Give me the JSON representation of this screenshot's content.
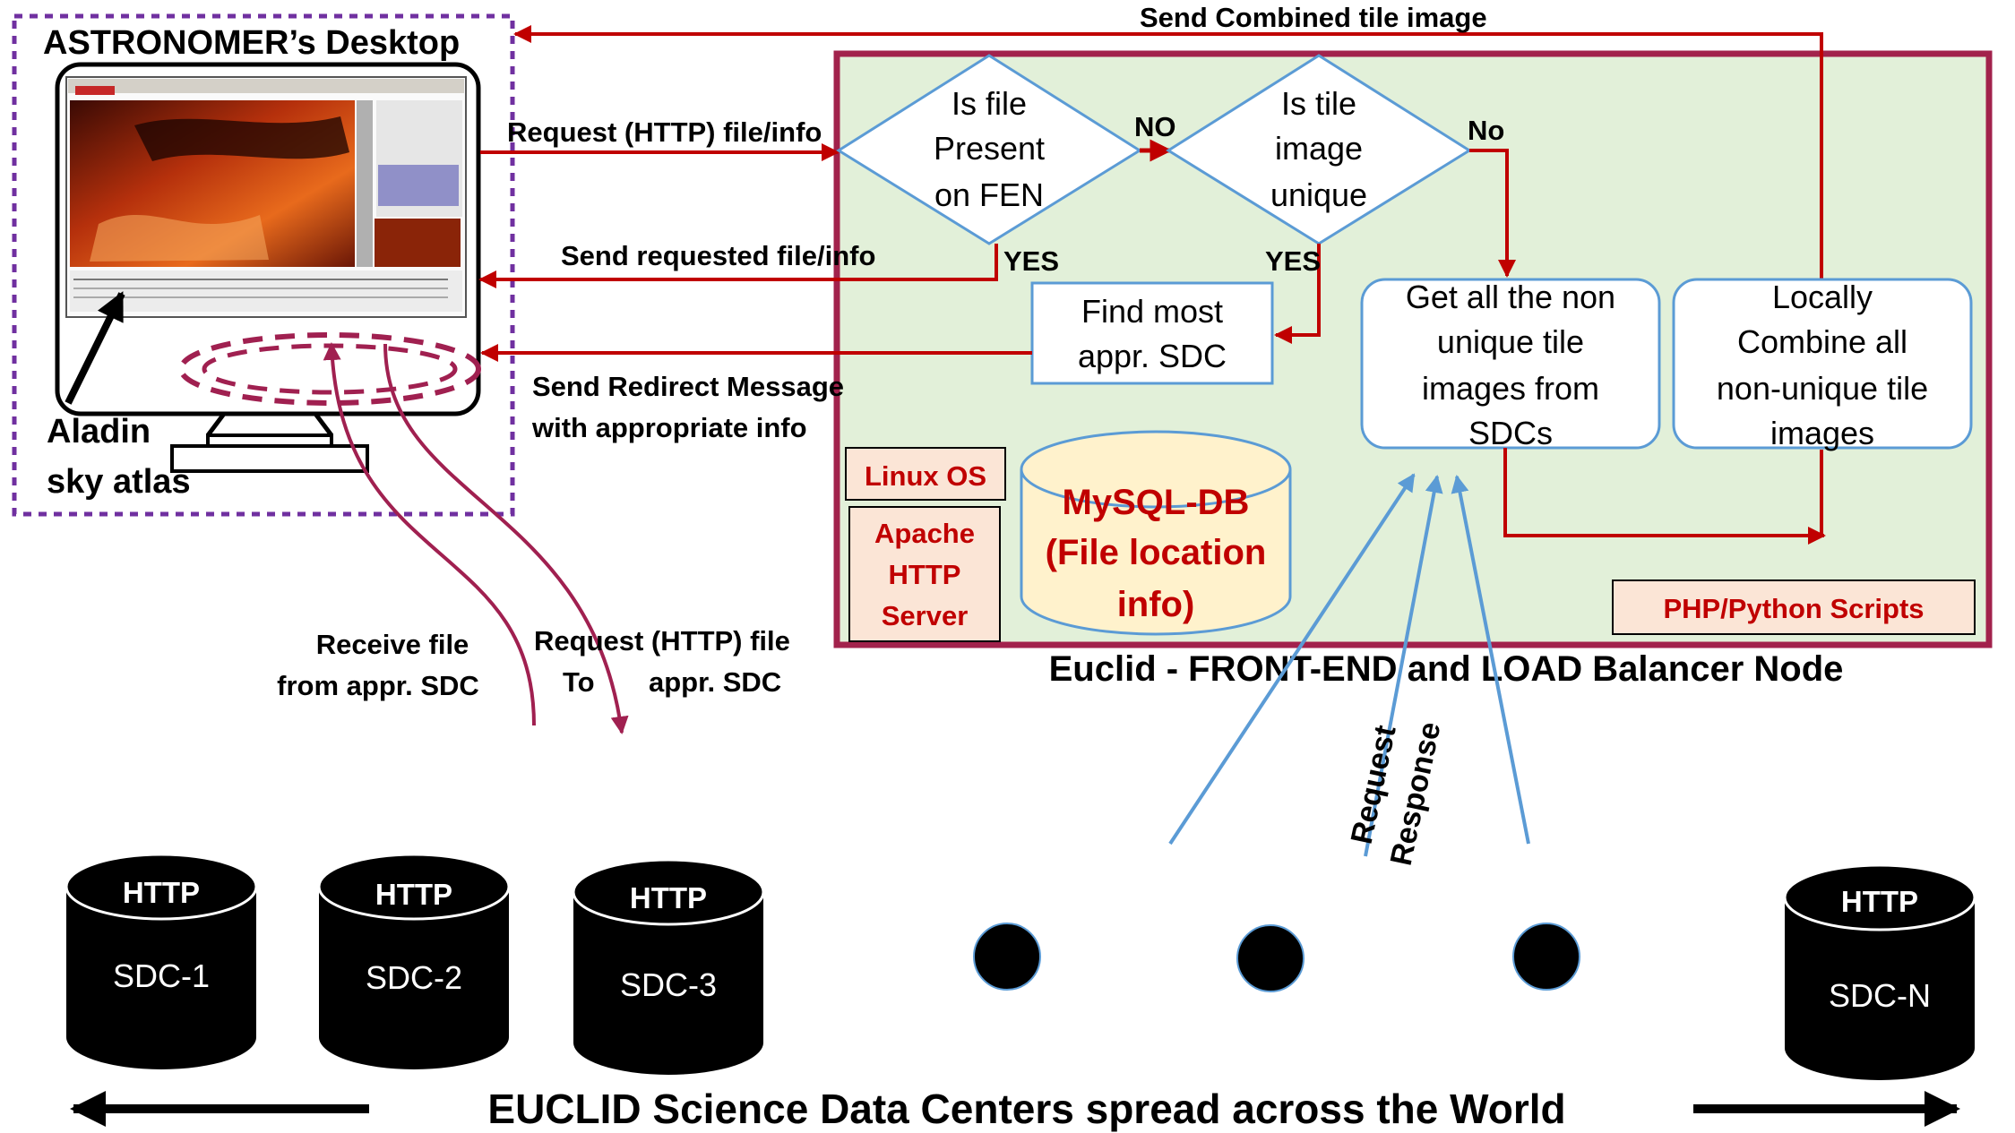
{
  "desktop": {
    "title": "ASTRONOMER’s Desktop",
    "app_label_line1": "Aladin",
    "app_label_line2": "sky atlas"
  },
  "messages": {
    "send_combined": "Send Combined tile image",
    "request_file_info": "Request (HTTP)  file/info",
    "send_requested": "Send requested file/info",
    "redirect_line1": "Send Redirect Message",
    "redirect_line2": "with appropriate info",
    "receive_line1": "Receive file",
    "receive_line2": "from appr. SDC",
    "request_sdc_line1": "Request (HTTP) file",
    "request_sdc_line2a": "To",
    "request_sdc_line2b": "appr. SDC",
    "request_vertical": "Request",
    "response_vertical": "Response"
  },
  "flow": {
    "decision1": [
      "Is file",
      "Present",
      "on FEN"
    ],
    "decision2": [
      "Is tile",
      "image",
      "unique"
    ],
    "no1": "NO",
    "no2": "No",
    "yes1": "YES",
    "yes2": "YES",
    "find_sdc": [
      "Find most",
      "appr. SDC"
    ],
    "get_tiles": [
      "Get all the non",
      "unique tile",
      "images from",
      "SDCs"
    ],
    "combine": [
      "Locally",
      "Combine all",
      "non-unique  tile",
      "images"
    ]
  },
  "node": {
    "linux": "Linux OS",
    "apache": [
      "Apache",
      "HTTP",
      "Server"
    ],
    "mysql": [
      "MySQL-DB",
      "(File location",
      "info)"
    ],
    "scripts": "PHP/Python Scripts",
    "title": "Euclid - FRONT-END and LOAD Balancer Node"
  },
  "sdcs": [
    {
      "top": "HTTP",
      "name": "SDC-1"
    },
    {
      "top": "HTTP",
      "name": "SDC-2"
    },
    {
      "top": "HTTP",
      "name": "SDC-3"
    },
    {
      "top": "HTTP",
      "name": "SDC-N"
    }
  ],
  "footer": "EUCLID Science Data Centers spread across the World",
  "colors": {
    "node_fill": "#e2f0d9",
    "node_border": "#a2224c",
    "arrow_red": "#c00000",
    "desktop_border": "#7030a0",
    "db_fill": "#fff2cc",
    "label_fill": "#fbe5d6",
    "blue": "#5b9bd5"
  }
}
